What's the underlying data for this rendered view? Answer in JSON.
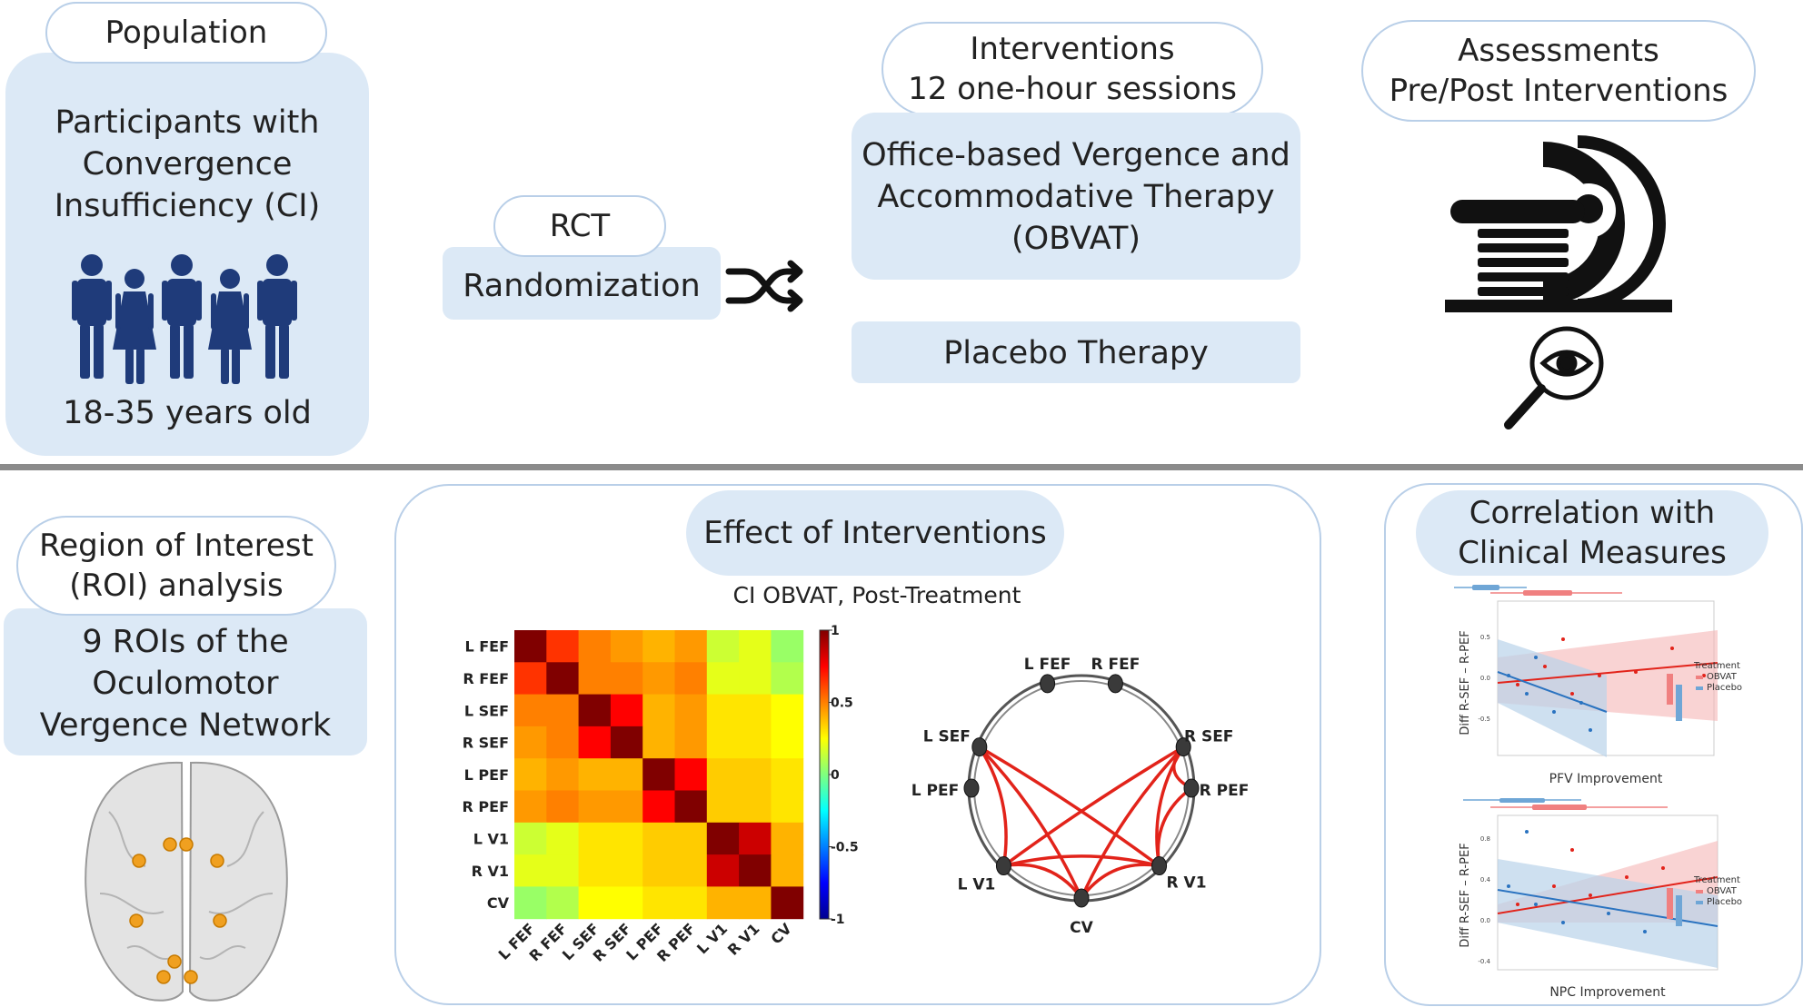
{
  "population": {
    "tag": "Population",
    "description": "Participants with\nConvergence\nInsufficiency (CI)",
    "age": "18-35 years old"
  },
  "rct": {
    "tag": "RCT",
    "label": "Randomization"
  },
  "interventions": {
    "tag": "Interventions\n12 one-hour sessions",
    "therapy_a": "Office-based Vergence and\nAccommodative Therapy\n(OBVAT)",
    "therapy_b": "Placebo Therapy"
  },
  "assessments": {
    "tag": "Assessments\nPre/Post Interventions"
  },
  "roi": {
    "tag": "Region of Interest\n(ROI) analysis",
    "description": "9 ROIs of the\nOculomotor\nVergence Network"
  },
  "effect": {
    "tag": "Effect of Interventions",
    "subtitle": "CI OBVAT, Post-Treatment",
    "matrix": {
      "labels": [
        "L FEF",
        "R FEF",
        "L SEF",
        "R SEF",
        "L PEF",
        "R PEF",
        "L V1",
        "R V1",
        "CV"
      ],
      "values": [
        [
          1.0,
          0.65,
          0.5,
          0.45,
          0.4,
          0.45,
          0.15,
          0.2,
          0.05
        ],
        [
          0.65,
          1.0,
          0.5,
          0.5,
          0.45,
          0.5,
          0.2,
          0.2,
          0.1
        ],
        [
          0.5,
          0.5,
          1.0,
          0.75,
          0.4,
          0.45,
          0.3,
          0.3,
          0.25
        ],
        [
          0.45,
          0.5,
          0.75,
          1.0,
          0.4,
          0.45,
          0.3,
          0.3,
          0.25
        ],
        [
          0.4,
          0.45,
          0.4,
          0.4,
          1.0,
          0.75,
          0.35,
          0.35,
          0.3
        ],
        [
          0.45,
          0.5,
          0.45,
          0.45,
          0.75,
          1.0,
          0.35,
          0.35,
          0.3
        ],
        [
          0.15,
          0.2,
          0.3,
          0.3,
          0.35,
          0.35,
          1.0,
          0.85,
          0.4
        ],
        [
          0.2,
          0.2,
          0.3,
          0.3,
          0.35,
          0.35,
          0.85,
          1.0,
          0.4
        ],
        [
          0.05,
          0.1,
          0.25,
          0.25,
          0.3,
          0.3,
          0.4,
          0.4,
          1.0
        ]
      ],
      "colorbar_ticks": [
        "1",
        "0.5",
        "0",
        "-0.5",
        "-1"
      ]
    },
    "network": {
      "nodes": [
        "L FEF",
        "R FEF",
        "R SEF",
        "R PEF",
        "R V1",
        "CV",
        "L V1",
        "L PEF",
        "L SEF"
      ],
      "edges": [
        [
          "L SEF",
          "R V1"
        ],
        [
          "L SEF",
          "CV"
        ],
        [
          "L SEF",
          "L V1"
        ],
        [
          "R SEF",
          "R V1"
        ],
        [
          "R SEF",
          "CV"
        ],
        [
          "R SEF",
          "L V1"
        ],
        [
          "R SEF",
          "R PEF"
        ],
        [
          "R PEF",
          "R V1"
        ],
        [
          "L V1",
          "R V1"
        ],
        [
          "L V1",
          "CV"
        ],
        [
          "CV",
          "R V1"
        ]
      ]
    }
  },
  "correlation": {
    "tag": "Correlation with\nClinical Measures",
    "plots": [
      {
        "ylabel": "Diff R-SEF – R-PEF",
        "xlabel": "PFV Improvement",
        "legend_title": "Treatment",
        "legend": [
          "OBVAT",
          "Placebo"
        ]
      },
      {
        "ylabel": "Diff R-SEF – R-PEF",
        "xlabel": "NPC Improvement",
        "legend_title": "Treatment",
        "legend": [
          "OBVAT",
          "Placebo"
        ]
      }
    ]
  },
  "colors": {
    "panel": "#dce9f6",
    "pill_border": "#b9cfe8",
    "figure_navy": "#1f3b7a",
    "edge_red": "#e2231a",
    "node_orange": "#f0a020",
    "obvat": "#f08080",
    "placebo": "#6fa6d6"
  }
}
